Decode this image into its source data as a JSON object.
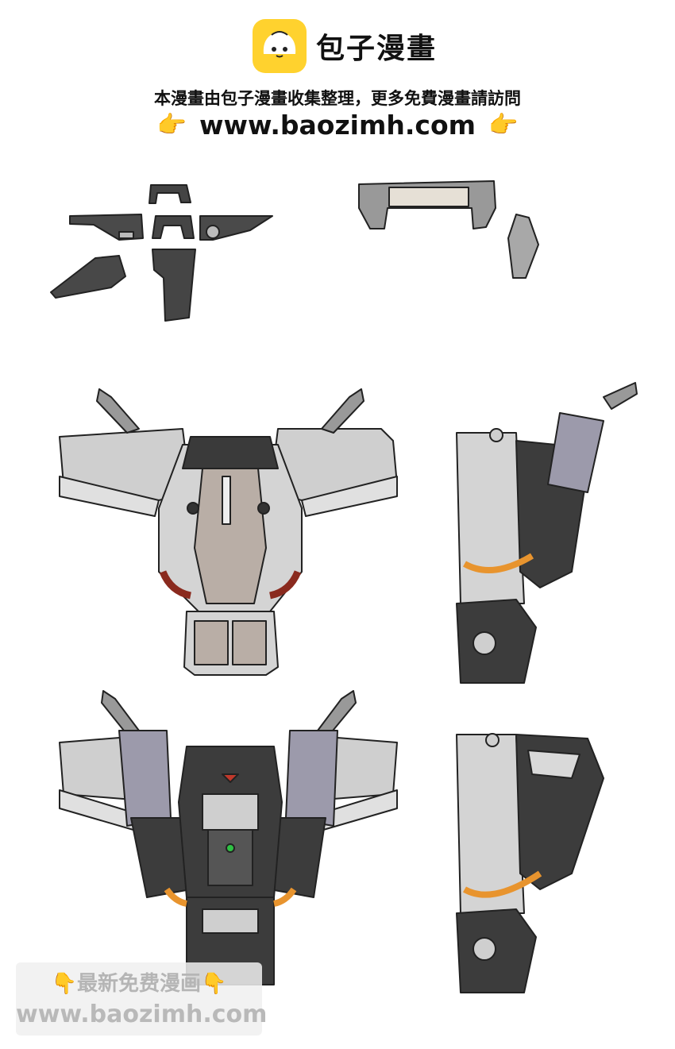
{
  "header": {
    "brand_title": "包子漫畫",
    "notice": "本漫畫由包子漫畫收集整理，更多免費漫畫請訪問",
    "url": "www.baozimh.com",
    "hand_icon": "👉"
  },
  "watermark": {
    "line1": "最新免费漫画",
    "line2": "www.baozimh.com",
    "hand_icon": "👇"
  },
  "colors": {
    "brand_yellow": "#ffd22e",
    "armor_light": "#cfcfcf",
    "armor_dark": "#3c3c3c",
    "armor_tan": "#b9aea6",
    "cable_red": "#8a2a1e",
    "cable_orange": "#e8942e",
    "thruster_lavender": "#9c9aab",
    "indicator_green": "#2fc244"
  }
}
